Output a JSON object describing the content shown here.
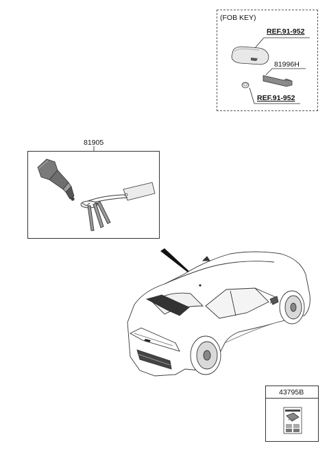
{
  "fob_group": {
    "title": "(FOB KEY)",
    "ref_top": "REF.91-952",
    "part_key_blade": "81996H",
    "ref_bottom": "REF.91-952"
  },
  "key_kit": {
    "part_number": "81905"
  },
  "label": {
    "part_number": "43795B"
  }
}
